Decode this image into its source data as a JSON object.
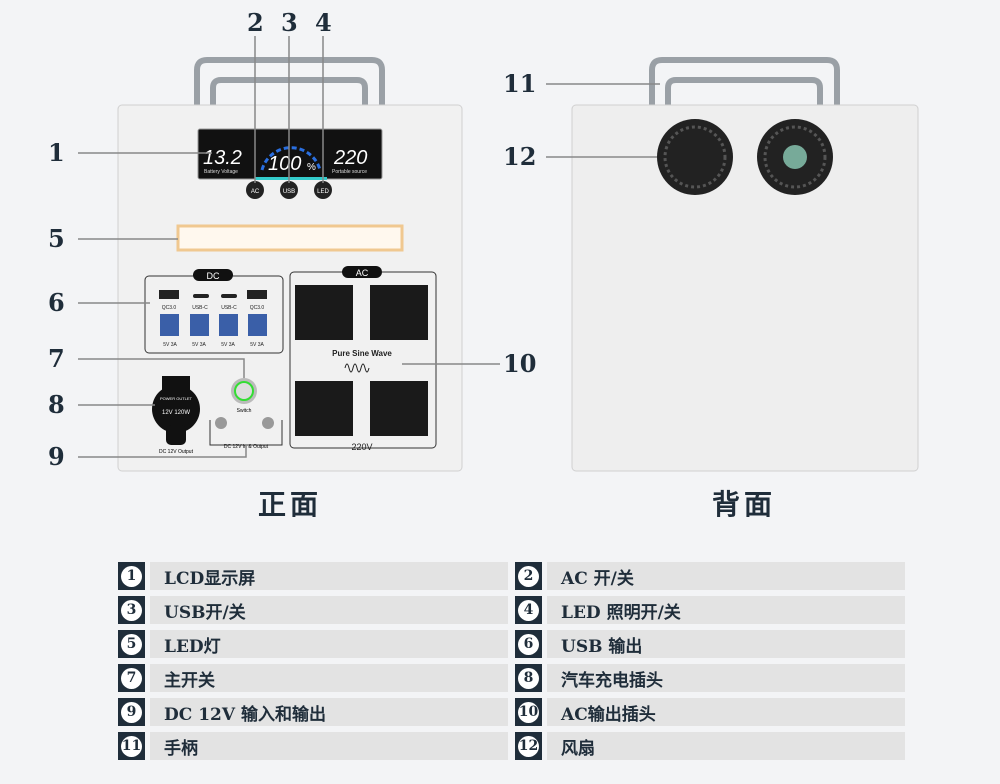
{
  "front": {
    "caption": "正面",
    "lcd": {
      "voltage": "13.2",
      "voltage_label": "Battery Voltage",
      "percent": "100",
      "percent_unit": "%",
      "output": "220",
      "output_label": "Portable source"
    },
    "buttons": [
      "AC",
      "USB",
      "LED"
    ],
    "dc_panel": {
      "title": "DC",
      "port_labels": [
        "QC3.0",
        "USB-C",
        "USB-C",
        "QC3.0"
      ],
      "usb_labels": [
        "5V 3A",
        "5V 3A",
        "5V 3A",
        "5V 3A"
      ]
    },
    "ac_panel": {
      "title": "AC",
      "wave_label": "Pure Sine Wave",
      "voltage": "220V"
    },
    "switch_label": "Switch",
    "car_outlet": {
      "text": "12V 120W",
      "top": "POWER OUTLET",
      "label": "DC 12V Output"
    },
    "dc_io_label": "DC 12V In & Output"
  },
  "back": {
    "caption": "背面"
  },
  "callouts": [
    "1",
    "2",
    "3",
    "4",
    "5",
    "6",
    "7",
    "8",
    "9",
    "10",
    "11",
    "12"
  ],
  "legend": [
    {
      "n": "1",
      "text": "LCD显示屏"
    },
    {
      "n": "2",
      "text": "AC 开/关"
    },
    {
      "n": "3",
      "text": "USB开/关"
    },
    {
      "n": "4",
      "text": "LED 照明开/关"
    },
    {
      "n": "5",
      "text": "LED灯"
    },
    {
      "n": "6",
      "text": "USB 输出"
    },
    {
      "n": "7",
      "text": "主开关"
    },
    {
      "n": "8",
      "text": "汽车充电插头"
    },
    {
      "n": "9",
      "text": "DC 12V 输入和输出"
    },
    {
      "n": "10",
      "text": "AC输出插头"
    },
    {
      "n": "11",
      "text": "手柄"
    },
    {
      "n": "12",
      "text": "风扇"
    }
  ]
}
